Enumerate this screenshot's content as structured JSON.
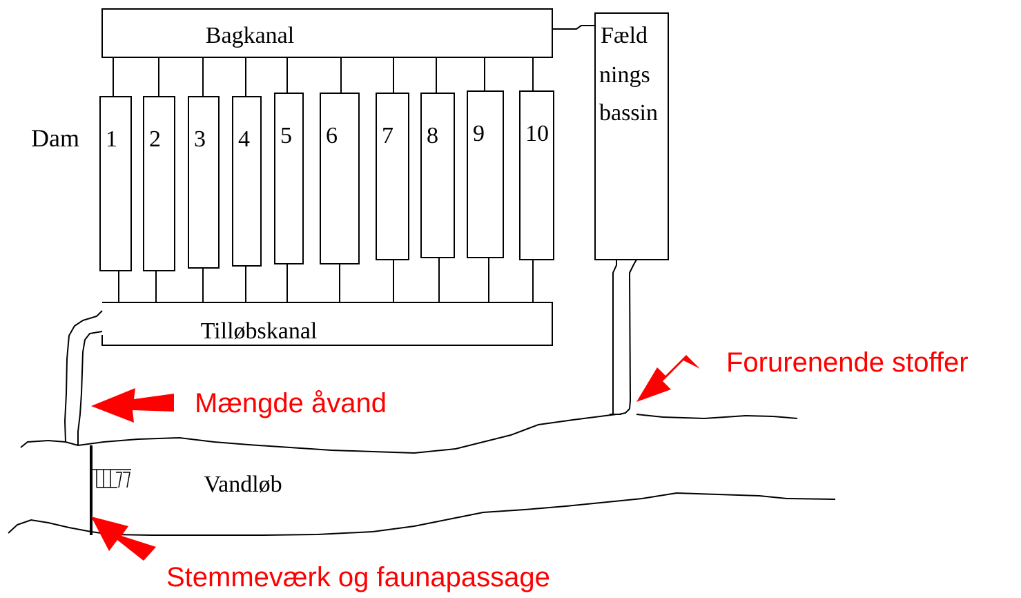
{
  "labels": {
    "bagkanal": "Bagkanal",
    "tilloebskanal": "Tilløbskanal",
    "dam": "Dam",
    "faeld_line1": "Fæld",
    "faeld_line2": "nings",
    "faeld_line3": "bassin",
    "vandloeb": "Vandløb"
  },
  "ponds": [
    "1",
    "2",
    "3",
    "4",
    "5",
    "6",
    "7",
    "8",
    "9",
    "10"
  ],
  "annotations": {
    "forurenende": "Forurenende stoffer",
    "maengde": "Mængde åvand",
    "stemmevaerk": "Stemmeværk og faunapassage"
  },
  "colors": {
    "annotation": "#ff0000",
    "line": "#000000"
  }
}
